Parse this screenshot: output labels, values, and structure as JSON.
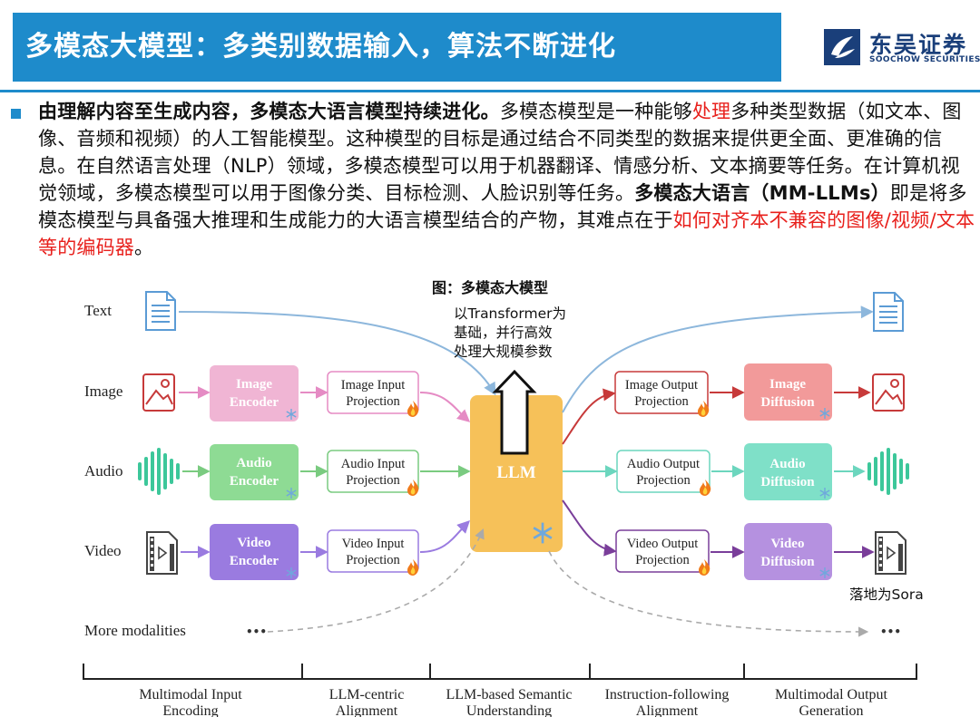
{
  "header": {
    "title": "多模态大模型：多类别数据输入，算法不断进化",
    "logo_cn": "东吴证券",
    "logo_en": "SOOCHOW SECURITIES"
  },
  "paragraph": {
    "p1": "由理解内容至生成内容，多模态大语言模型持续进化。",
    "p2": "多模态模型是一种能够",
    "p3": "处理",
    "p4": "多种类型数据（如文本、图像、音频和视频）的人工智能模型。这种模型的目标是通过结合不同类型的数据来提供更全面、更准确的信息。在自然语言处理（NLP）领域，多模态模型可以用于机器翻译、情感分析、文本摘要等任务。在计算机视觉领域，多模态模型可以用于图像分类、目标检测、人脸识别等任务。",
    "p5": "多模态大语言（MM-LLMs）",
    "p6": "即是将多模态模型与具备强大推理和生成能力的大语言模型结合的产物，其难点在于",
    "p7": "如何对齐本不兼容的图像/视频/文本等的编码器",
    "p8": "。"
  },
  "figure": {
    "title": "图：多模态大模型",
    "annotation_top_lines": [
      "以Transformer为",
      "基础，并行高效",
      "处理大规模参数"
    ],
    "annotation_sora": "落地为Sora",
    "modalities": {
      "text": "Text",
      "image": "Image",
      "audio": "Audio",
      "video": "Video",
      "more": "More modalities",
      "ellipsis": "•••"
    },
    "encoders": {
      "image": [
        "Image",
        "Encoder"
      ],
      "audio": [
        "Audio",
        "Encoder"
      ],
      "video": [
        "Video",
        "Encoder"
      ]
    },
    "input_projections": {
      "image": [
        "Image Input",
        "Projection"
      ],
      "audio": [
        "Audio Input",
        "Projection"
      ],
      "video": [
        "Video Input",
        "Projection"
      ]
    },
    "llm": "LLM",
    "output_projections": {
      "image": [
        "Image Output",
        "Projection"
      ],
      "audio": [
        "Audio Output",
        "Projection"
      ],
      "video": [
        "Video Output",
        "Projection"
      ]
    },
    "diffusions": {
      "image": [
        "Image",
        "Diffusion"
      ],
      "audio": [
        "Audio",
        "Diffusion"
      ],
      "video": [
        "Video",
        "Diffusion"
      ]
    },
    "stages": [
      [
        "Multimodal Input",
        "Encoding"
      ],
      [
        "LLM-centric",
        "Alignment"
      ],
      [
        "LLM-based Semantic",
        "Understanding"
      ],
      [
        "Instruction-following",
        "Alignment"
      ],
      [
        "Multimodal Output",
        "Generation"
      ]
    ],
    "colors": {
      "image_encoder": "#F0B5D4",
      "audio_encoder": "#8EDB94",
      "video_encoder": "#9A7BE0",
      "image_diffusion": "#F29A9A",
      "audio_diffusion": "#7FE0C8",
      "video_diffusion": "#B591E0",
      "llm": "#F6C159",
      "accent": "#1E8BCB"
    }
  }
}
